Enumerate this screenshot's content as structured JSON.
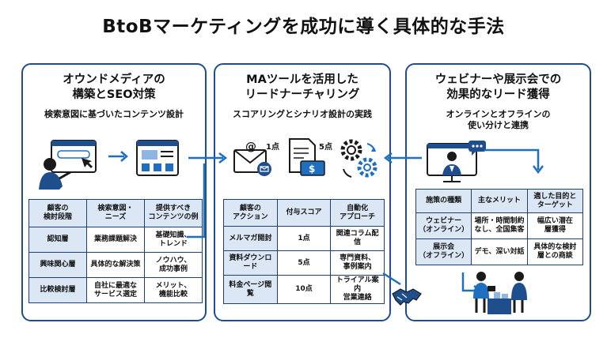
{
  "title": "BtoBマーケティングを成功に導く具体的な手法",
  "colors": {
    "border": "#1f4e8c",
    "header_fill": "#dbe7f5",
    "accent": "#1f6fc0"
  },
  "panels": [
    {
      "title_line1": "オウンドメディアの",
      "title_line2": "構築とSEO対策",
      "subtitle": "検索意図に基づいたコンテンツ設計",
      "table": {
        "headers": [
          "顧客の\n検討段階",
          "検索意図・\nニーズ",
          "提供すべき\nコンテンツの例"
        ],
        "rows": [
          [
            "認知層",
            "業務課題解決",
            "基礎知識、\nトレンド"
          ],
          [
            "興味関心層",
            "具体的な解決策",
            "ノウハウ、\n成功事例"
          ],
          [
            "比較検討層",
            "自社に最適な\nサービス選定",
            "メリット、\n機能比較"
          ]
        ]
      }
    },
    {
      "title_line1": "MAツールを活用した",
      "title_line2": "リードナーチャリング",
      "subtitle": "スコアリングとシナリオ設計の実践",
      "scores": [
        "1点",
        "5点"
      ],
      "table": {
        "headers": [
          "顧客の\nアクション",
          "付与スコア",
          "自動化\nアプローチ"
        ],
        "rows": [
          [
            "メルマガ開封",
            "1点",
            "関連コラム配信"
          ],
          [
            "資料ダウンロード",
            "5点",
            "専門資料、\n事例案内"
          ],
          [
            "料金ページ閲覧",
            "10点",
            "トライアル案内\n営業連絡"
          ]
        ]
      }
    },
    {
      "title_line1": "ウェビナーや展示会での",
      "title_line2": "効果的なリード獲得",
      "subtitle_line1": "オンラインとオフラインの",
      "subtitle_line2": "使い分けと連携",
      "table": {
        "headers": [
          "施策の種類",
          "主なメリット",
          "適した目的と\nターゲット"
        ],
        "rows": [
          [
            "ウェビナー\n（オンライン）",
            "場所・時間制約\nなし、全国集客",
            "幅広い潜在\n層獲得"
          ],
          [
            "展示会\n（オフライン）",
            "デモ、深い対話",
            "具体的な検討\n層との商談"
          ]
        ]
      }
    }
  ],
  "icons": [
    "user-at-computer-icon",
    "arrow-right-icon",
    "webpage-layout-icon",
    "email-icon",
    "document-money-icon",
    "gears-icon",
    "presenter-screen-icon",
    "chat-bubble-icon",
    "handshake-icon",
    "booth-people-icon"
  ]
}
